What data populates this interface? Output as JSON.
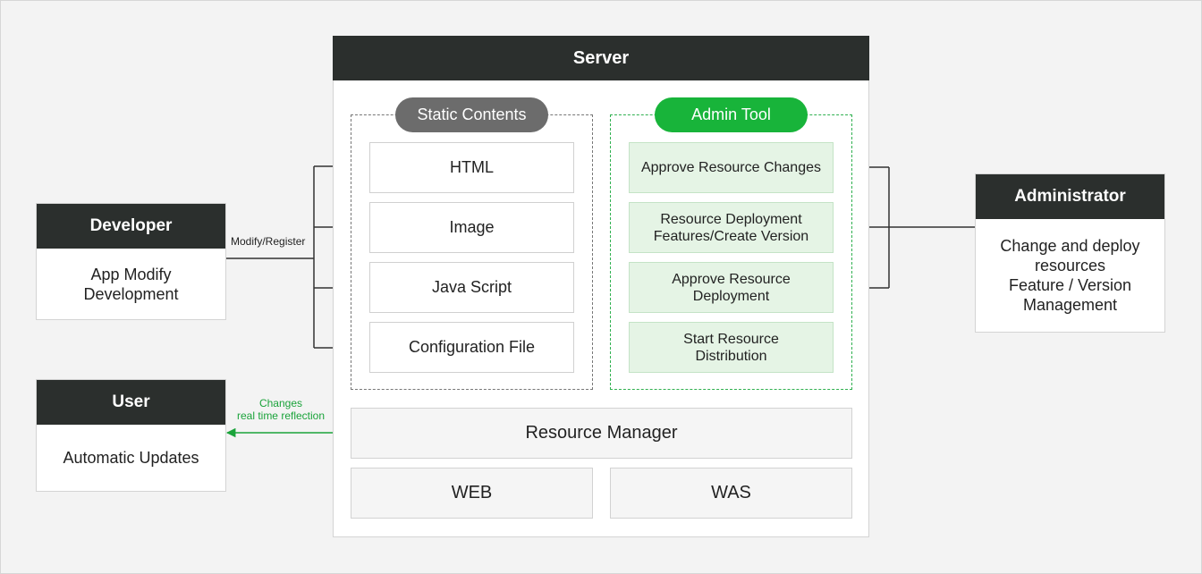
{
  "server": {
    "title": "Server"
  },
  "static_contents": {
    "label": "Static Contents",
    "items": [
      "HTML",
      "Image",
      "Java Script",
      "Configuration File"
    ]
  },
  "admin_tool": {
    "label": "Admin Tool",
    "items": [
      "Approve Resource Changes",
      "Resource Deployment\nFeatures/Create Version",
      "Approve Resource\nDeployment",
      "Start Resource\nDistribution"
    ]
  },
  "resource_manager": "Resource Manager",
  "web": "WEB",
  "was": "WAS",
  "developer": {
    "title": "Developer",
    "body": "App Modify\nDevelopment"
  },
  "user": {
    "title": "User",
    "body": "Automatic Updates"
  },
  "administrator": {
    "title": "Administrator",
    "body": "Change and deploy\nresources\nFeature / Version\nManagement"
  },
  "labels": {
    "modify_register": "Modify/Register",
    "changes_reflection": "Changes\nreal time reflection"
  },
  "colors": {
    "header_dark": "#2b2f2d",
    "accent_green": "#18b43a",
    "admin_item_bg": "#e5f4e5",
    "static_pill": "#6c6c6c"
  }
}
